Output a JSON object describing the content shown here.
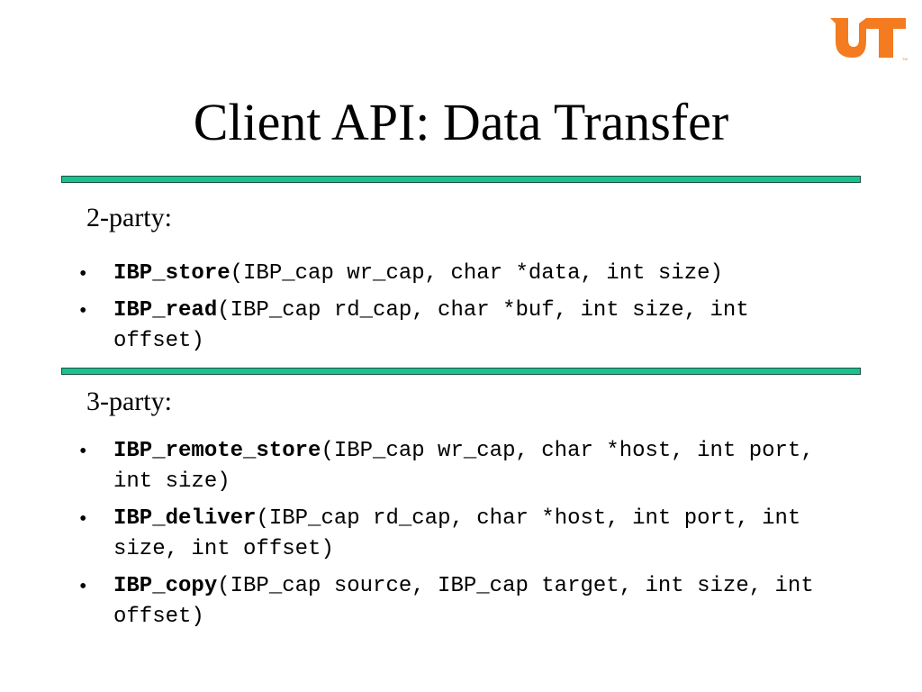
{
  "logo": {
    "icon": "ut-logo-icon",
    "color": "#f47b20"
  },
  "slide": {
    "title": "Client API: Data Transfer"
  },
  "section_2party": {
    "label": "2-party:",
    "items": [
      {
        "name": "IBP_store",
        "args": "(IBP_cap wr_cap, char *data, int size)"
      },
      {
        "name": "IBP_read",
        "args": "(IBP_cap rd_cap, char *buf, int size, int offset)"
      }
    ]
  },
  "section_3party": {
    "label": "3-party:",
    "items": [
      {
        "name": "IBP_remote_store",
        "args": "(IBP_cap wr_cap, char *host, int port, int size)"
      },
      {
        "name": "IBP_deliver",
        "args": "(IBP_cap rd_cap, char *host, int port, int size, int offset)"
      },
      {
        "name": "IBP_copy",
        "args": "(IBP_cap source, IBP_cap target, int size, int offset)"
      }
    ]
  },
  "colors": {
    "accent_rule": "#19c28c",
    "rule_border": "#1b4f45",
    "logo": "#f47b20"
  }
}
